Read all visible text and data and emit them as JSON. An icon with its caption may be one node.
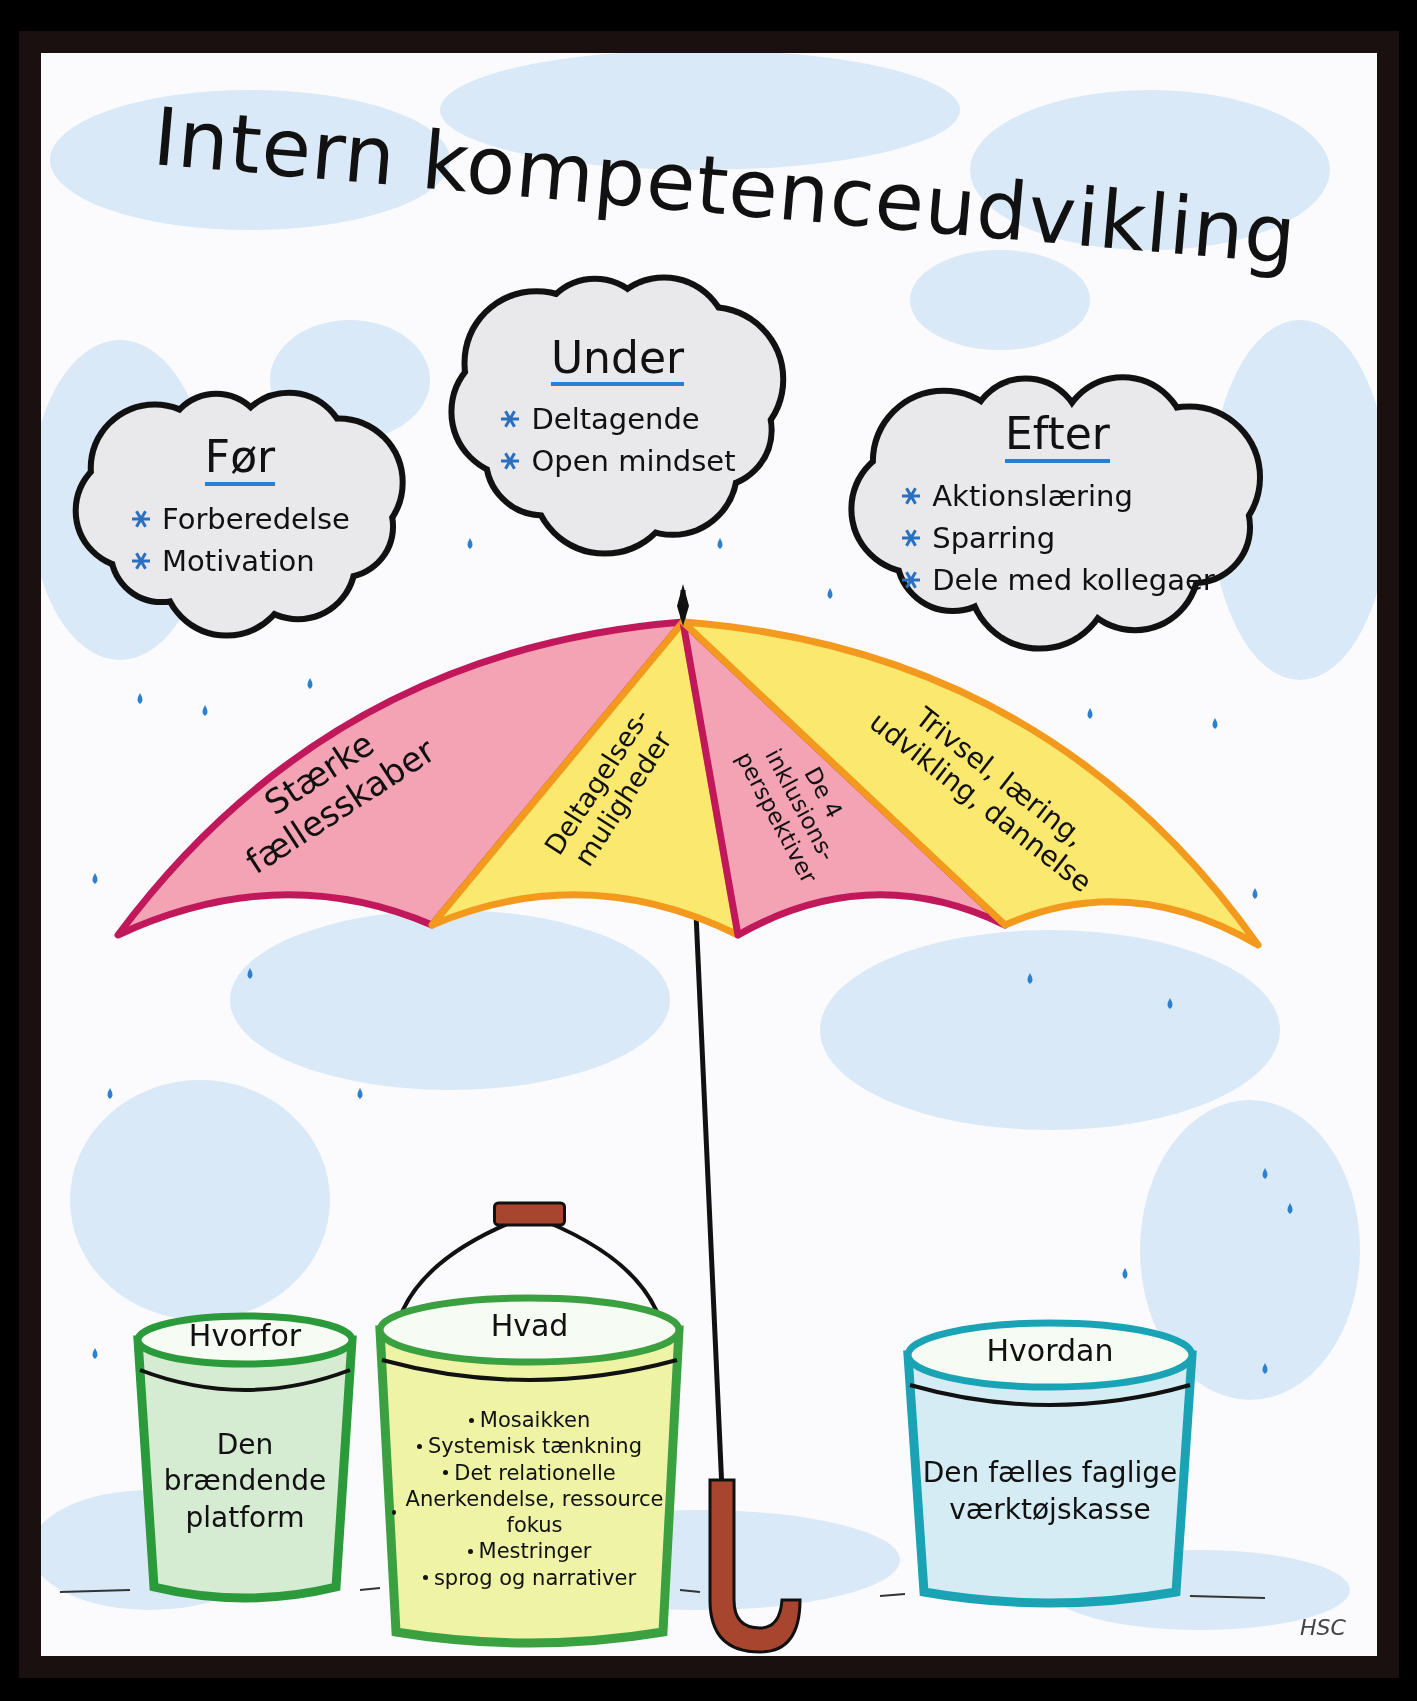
{
  "diagram": {
    "title": "Intern kompetenceudvikling",
    "nodes": [
      {
        "text": [
          "Før",
          "Forberedelse",
          "Motivation"
        ]
      },
      {
        "text": [
          "Under",
          "Deltagende",
          "Open mindset"
        ]
      },
      {
        "text": [
          "Efter",
          "Aktionslæring",
          "Sparring",
          "Dele med kollegaer"
        ]
      },
      {
        "text": [
          "Stærke fællesskaber"
        ]
      },
      {
        "text": [
          "Deltagelses-muligheder"
        ]
      },
      {
        "text": [
          "De 4 inklusions-perspektiver"
        ]
      },
      {
        "text": [
          "Trivsel, læring, udvikling, dannelse"
        ]
      },
      {
        "text": [
          "Hvorfor",
          "Den brændende platform"
        ]
      },
      {
        "text": [
          "Hvad",
          "Mosaikken",
          "Systemisk tænkning",
          "Det relationelle",
          "Anerkendelse, ressource fokus",
          "Mestringer",
          "sprog og narrativer"
        ]
      },
      {
        "text": [
          "Hvordan",
          "Den fælles faglige værktøjskasse"
        ]
      }
    ],
    "edges": [],
    "labels": [
      "HSC"
    ]
  }
}
